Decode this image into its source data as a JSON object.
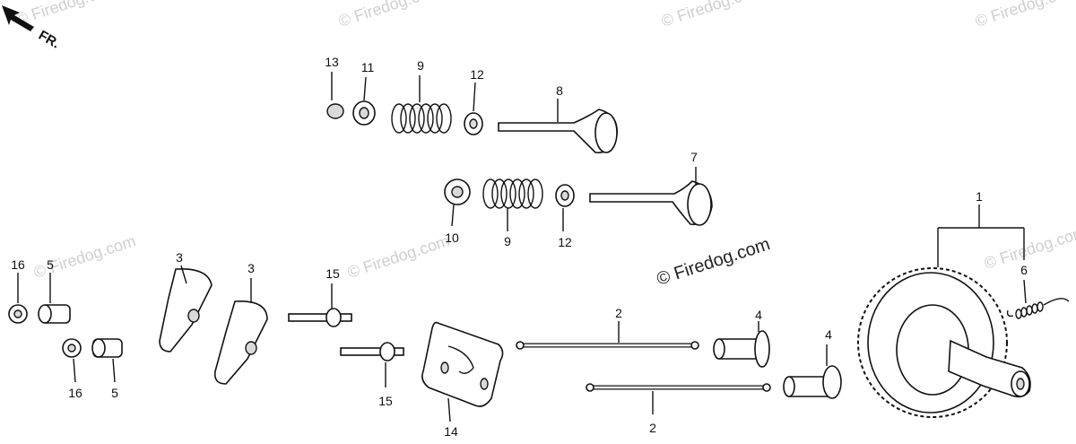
{
  "diagram": {
    "direction_label": "FR.",
    "watermark_main": "© Firedog.com",
    "watermark_faint": "© Firedog.com",
    "callouts": {
      "c1": "1",
      "c2a": "2",
      "c2b": "2",
      "c3a": "3",
      "c3b": "3",
      "c4a": "4",
      "c4b": "4",
      "c5a": "5",
      "c5b": "5",
      "c6": "6",
      "c7": "7",
      "c8": "8",
      "c9a": "9",
      "c9b": "9",
      "c10": "10",
      "c11": "11",
      "c12a": "12",
      "c12b": "12",
      "c13": "13",
      "c14": "14",
      "c15a": "15",
      "c15b": "15",
      "c16a": "16",
      "c16b": "16"
    }
  }
}
